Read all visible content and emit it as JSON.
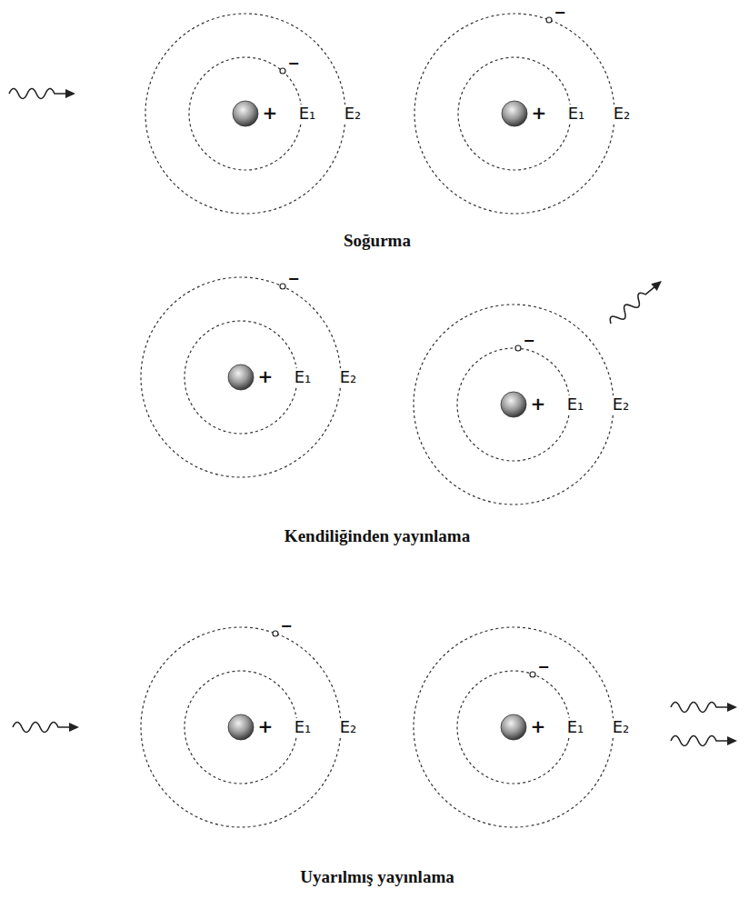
{
  "diagram": {
    "labels": [
      "−",
      "+",
      "E₁",
      "E₂",
      "−",
      "+",
      "E₁",
      "E₂",
      "Soğurma",
      "−",
      "+",
      "E₁",
      "E₂",
      "−",
      "+",
      "E₁",
      "E₂",
      "Kendiliğinden yayınlama",
      "−",
      "+",
      "E₁",
      "E₂",
      "−",
      "+",
      "E₁",
      "E₂",
      "Uyarılmış yayınlama"
    ]
  }
}
